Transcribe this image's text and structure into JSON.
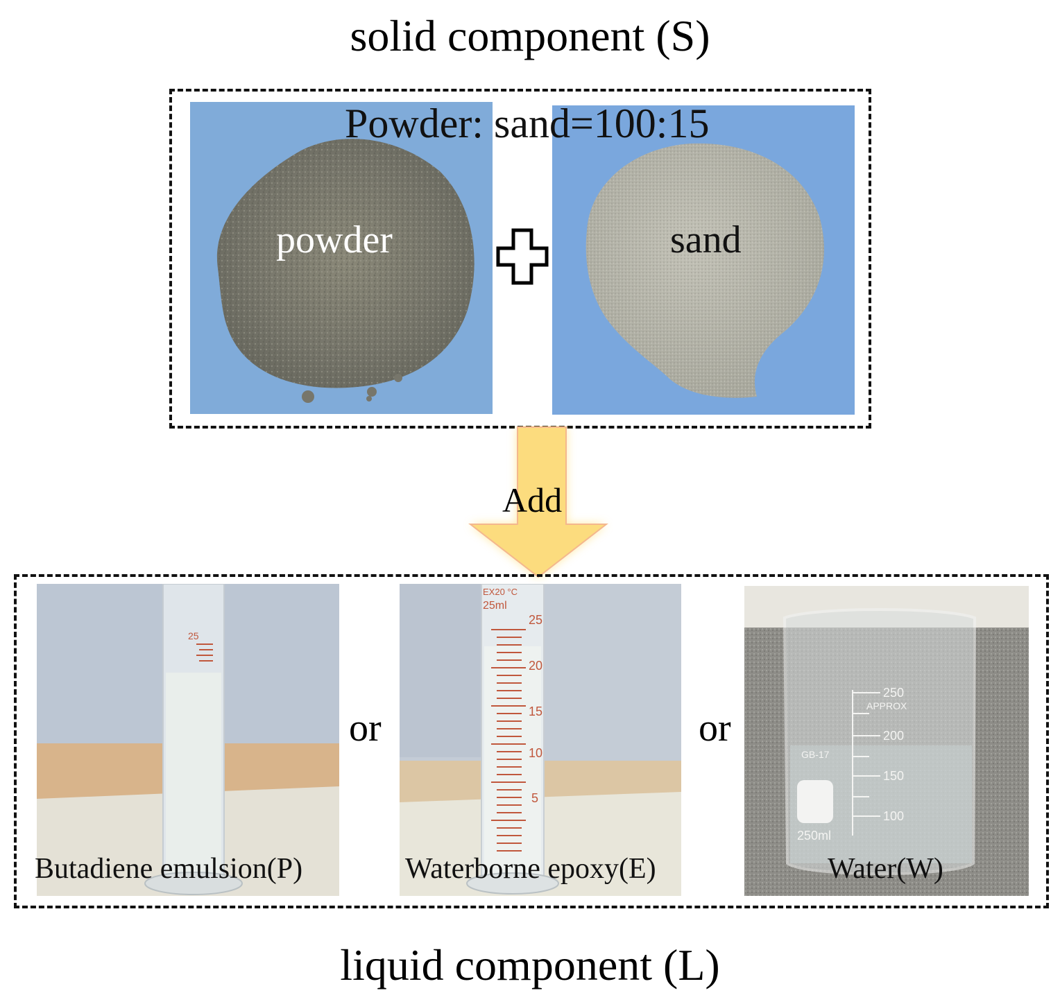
{
  "top_title": "solid component (S)",
  "bottom_title": "liquid component (L)",
  "solid": {
    "ratio_label": "Powder: sand=100:15",
    "powder_label": "powder",
    "sand_label": "sand"
  },
  "arrow_label": "Add",
  "or_label": "or",
  "liquids": {
    "p_label": "Butadiene emulsion(P)",
    "e_label": "Waterborne epoxy(E)",
    "w_label": "Water(W)"
  },
  "cylinder_marks": {
    "left_top": "25",
    "mid_header": "EX20 °C",
    "mid_volume": "25ml",
    "mid_ticks": [
      "25",
      "20",
      "15",
      "10",
      "5"
    ]
  },
  "beaker_marks": {
    "approx": "APPROX",
    "ticks": [
      "250",
      "200",
      "150",
      "100"
    ],
    "volume": "250ml",
    "brand": "GB-17"
  },
  "colors": {
    "photo_bg_blue": "#7fa9d8",
    "powder": "#7e7d6e",
    "sand": "#b7b6ab",
    "arrow_fill": "#fbd97a",
    "wall_gray": "#c8cfd8",
    "liquid_white": "#e8edea",
    "scale_red": "#c0573c"
  }
}
